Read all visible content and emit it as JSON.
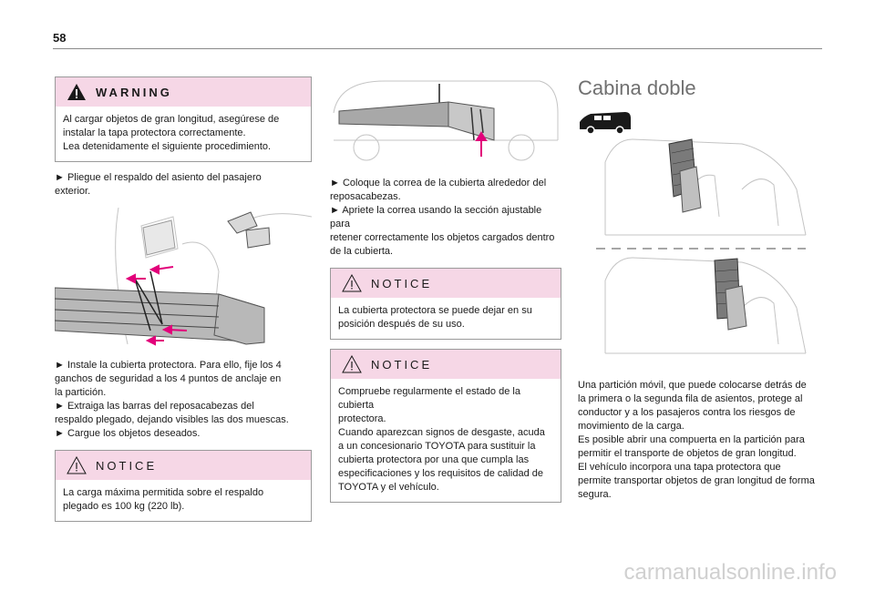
{
  "page": {
    "number": "58"
  },
  "col1": {
    "warning": {
      "title": "WARNING",
      "lines": [
        "Al cargar objetos de gran longitud, asegúrese de",
        "instalar la tapa protectora correctamente.",
        "Lea detenidamente el siguiente procedimiento."
      ]
    },
    "step1": [
      "► Pliegue el respaldo del asiento del pasajero",
      "exterior."
    ],
    "steps": [
      "► Instale la cubierta protectora. Para ello, fije los 4",
      "ganchos de seguridad a los 4 puntos de anclaje en",
      "la partición.",
      "► Extraiga las barras del reposacabezas del",
      "respaldo plegado, dejando visibles las dos muescas.",
      "► Cargue los objetos deseados."
    ],
    "notice": {
      "title": "NOTICE",
      "lines": [
        "La carga máxima permitida sobre el respaldo",
        "plegado es 100 kg (220 lb)."
      ]
    }
  },
  "col2": {
    "steps": [
      "► Coloque la correa de la cubierta alrededor del",
      "reposacabezas.",
      "► Apriete la correa usando la sección ajustable para",
      "retener correctamente los objetos cargados dentro",
      "de la cubierta."
    ],
    "notice1": {
      "title": "NOTICE",
      "lines": [
        "La cubierta protectora se puede dejar en su",
        "posición después de su uso."
      ]
    },
    "notice2": {
      "title": "NOTICE",
      "lines": [
        "Compruebe regularmente el estado de la cubierta",
        "protectora.",
        "Cuando aparezcan signos de desgaste, acuda",
        "a un concesionario TOYOTA para sustituir la",
        "cubierta protectora por una que cumpla las",
        "especificaciones y los requisitos de calidad de",
        "TOYOTA y el vehículo."
      ]
    }
  },
  "col3": {
    "heading": "Cabina doble",
    "body": [
      "Una partición móvil, que puede colocarse detrás de",
      "la primera o la segunda fila de asientos, protege al",
      "conductor y a los pasajeros contra los riesgos de",
      "movimiento de la carga.",
      "Es posible abrir una compuerta en la partición para",
      "permitir el transporte de objetos de gran longitud.",
      "El vehículo incorpora una tapa protectora que",
      "permite transportar objetos de gran longitud de forma",
      "segura."
    ]
  },
  "watermark": "carmanualsonline.info",
  "colors": {
    "notice_bg": "#f6d7e6",
    "accent": "#e2007a",
    "rule": "#8a8a8a"
  }
}
